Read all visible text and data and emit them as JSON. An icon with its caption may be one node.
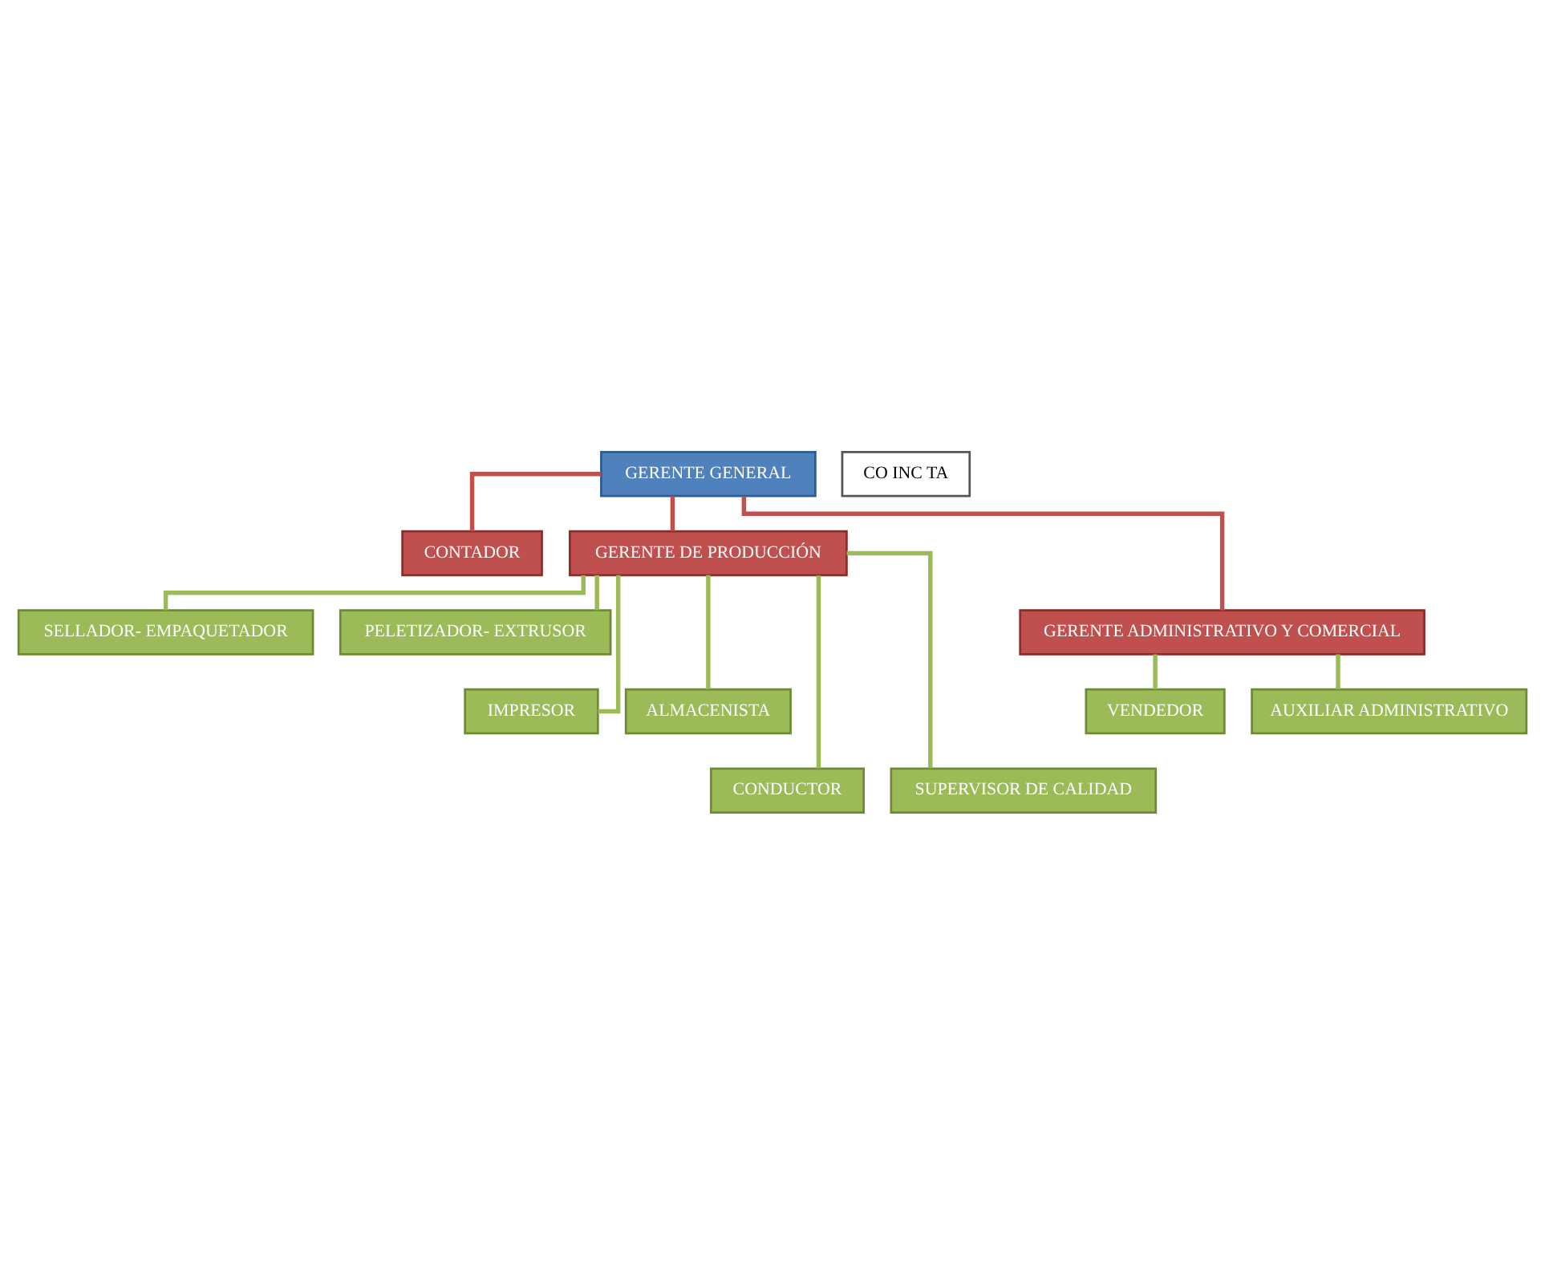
{
  "diagram": {
    "nodes": [
      {
        "text": [
          "GERENTE GENERAL"
        ]
      },
      {
        "text": [
          "CONTADOR"
        ]
      },
      {
        "text": [
          "GERENTE DE PRODUCCIÓN"
        ]
      },
      {
        "text": [
          "GERENTE ADMINISTRATIVO Y COMERCIAL"
        ]
      },
      {
        "text": [
          "SELLADOR- EMPAQUETADOR"
        ]
      },
      {
        "text": [
          "PELETIZADOR- EXTRUSOR"
        ]
      },
      {
        "text": [
          "VENDEDOR"
        ]
      },
      {
        "text": [
          "AUXILIAR ADMINISTRATIVO"
        ]
      },
      {
        "text": [
          "IMPRESOR"
        ]
      },
      {
        "text": [
          "ALMACENISTA"
        ]
      },
      {
        "text": [
          "CONDUCTOR"
        ]
      },
      {
        "text": [
          "SUPERVISOR DE CALIDAD"
        ]
      },
      {
        "text": [
          "CO INC TA"
        ]
      }
    ],
    "edges": [
      {
        "from": 0,
        "to": 1,
        "arrow": "none",
        "color": "#c0504d"
      },
      {
        "from": 0,
        "to": 2,
        "arrow": "none",
        "color": "#c0504d"
      },
      {
        "from": 0,
        "to": 3,
        "arrow": "none",
        "color": "#c0504d"
      },
      {
        "from": 2,
        "to": 4,
        "arrow": "none"
      },
      {
        "from": 2,
        "to": 5,
        "arrow": "none"
      },
      {
        "from": 3,
        "to": 6,
        "arrow": "none"
      },
      {
        "from": 3,
        "to": 7,
        "arrow": "none"
      },
      {
        "from": 2,
        "to": 8,
        "arrow": "none"
      },
      {
        "from": 2,
        "to": 9,
        "arrow": "none"
      },
      {
        "from": 2,
        "to": 10,
        "arrow": "none"
      },
      {
        "from": 2,
        "to": 11,
        "arrow": "none"
      }
    ]
  }
}
